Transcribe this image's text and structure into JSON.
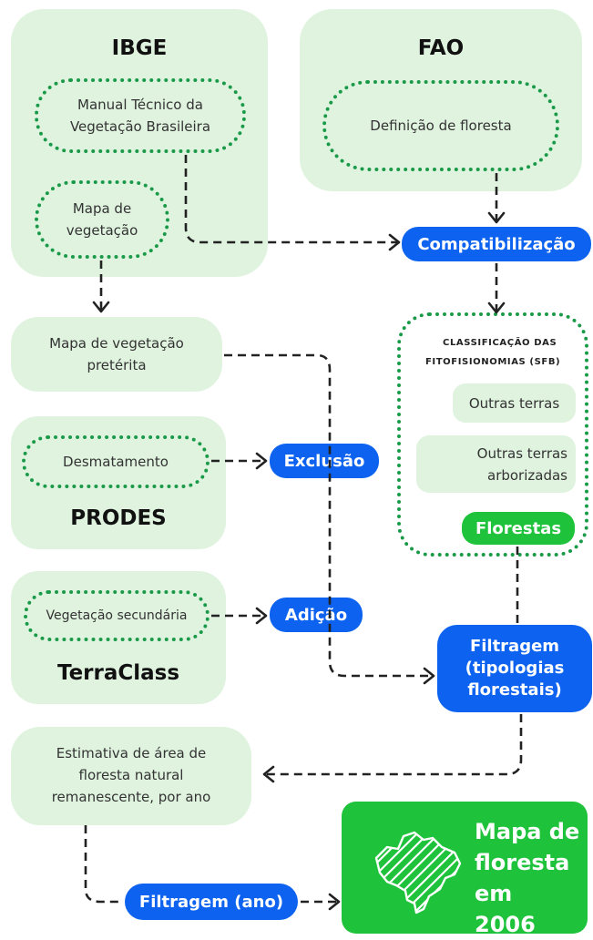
{
  "ibge": {
    "title": "IBGE",
    "manual": "Manual Técnico da Vegetação Brasileira",
    "mapa": "Mapa de vegetação"
  },
  "fao": {
    "title": "FAO",
    "definicao": "Definição de floresta"
  },
  "compatibilizacao": "Compatibilização",
  "mapa_preterita": "Mapa de vegetação pretérita",
  "classificacao": {
    "title_line1": "CLASSIFICAÇÃO DAS",
    "title_line2": "FITOFISIONOMIAS (SFB)",
    "outras_terras": "Outras terras",
    "outras_terras_arborizadas": "Outras terras arborizadas",
    "florestas": "Florestas"
  },
  "prodes": {
    "title": "PRODES",
    "desmatamento": "Desmatamento"
  },
  "exclusao": "Exclusão",
  "terraclass": {
    "title": "TerraClass",
    "vegetacao_secundaria": "Vegetação secundária"
  },
  "adicao": "Adição",
  "filtragem_tipologias": "Filtragem (tipologias florestais)",
  "estimativa": "Estimativa de área de floresta natural remanescente, por ano",
  "filtragem_ano": "Filtragem (ano)",
  "mapa_floresta": "Mapa de floresta em 2006",
  "colors": {
    "pale_green": "#dff3df",
    "dotted_green": "#1a9a48",
    "blue": "#0d63f0",
    "bright_green": "#1ec23b"
  },
  "icons": [
    "brazil-map-icon"
  ]
}
